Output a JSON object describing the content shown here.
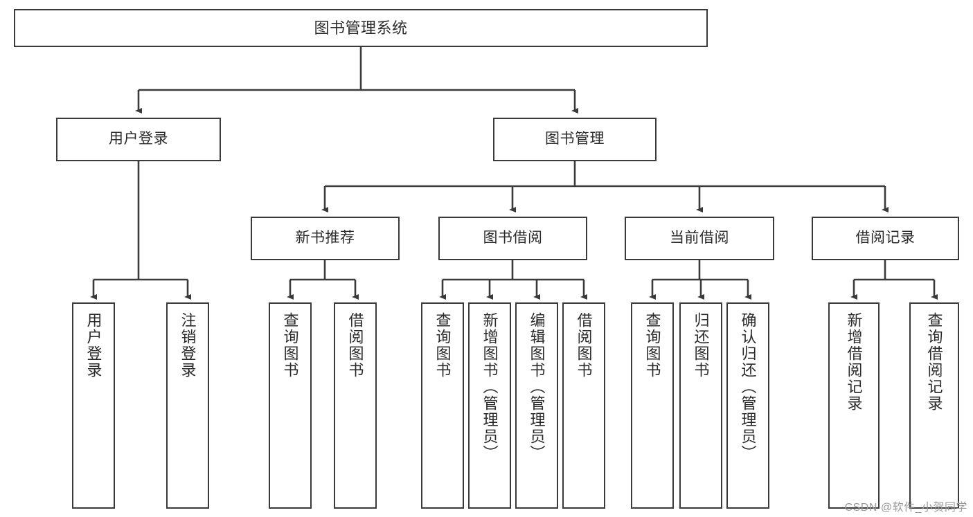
{
  "diagram": {
    "type": "tree",
    "title": "图书管理系统",
    "root": {
      "label": "图书管理系统"
    },
    "level1": [
      {
        "label": "用户登录"
      },
      {
        "label": "图书管理"
      }
    ],
    "level2": [
      {
        "label": "新书推荐"
      },
      {
        "label": "图书借阅"
      },
      {
        "label": "当前借阅"
      },
      {
        "label": "借阅记录"
      }
    ],
    "leaves": {
      "user_login": [
        {
          "label": "用户登录"
        },
        {
          "label": "注销登录"
        }
      ],
      "new_book_recommend": [
        {
          "label": "查询图书"
        },
        {
          "label": "借阅图书"
        }
      ],
      "book_borrow": [
        {
          "label": "查询图书"
        },
        {
          "label": "新增图书（管理员）"
        },
        {
          "label": "编辑图书（管理员）"
        },
        {
          "label": "借阅图书"
        }
      ],
      "current_borrow": [
        {
          "label": "查询图书"
        },
        {
          "label": "归还图书"
        },
        {
          "label": "确认归还（管理员）"
        }
      ],
      "borrow_record": [
        {
          "label": "新增借阅记录"
        },
        {
          "label": "查询借阅记录"
        }
      ]
    }
  },
  "watermark": {
    "text": "CSDN @软件_小贺同学"
  },
  "colors": {
    "border": "#3a3a3a",
    "text": "#2b2b2b",
    "background": "#ffffff",
    "watermark": "#9a9a9a"
  }
}
